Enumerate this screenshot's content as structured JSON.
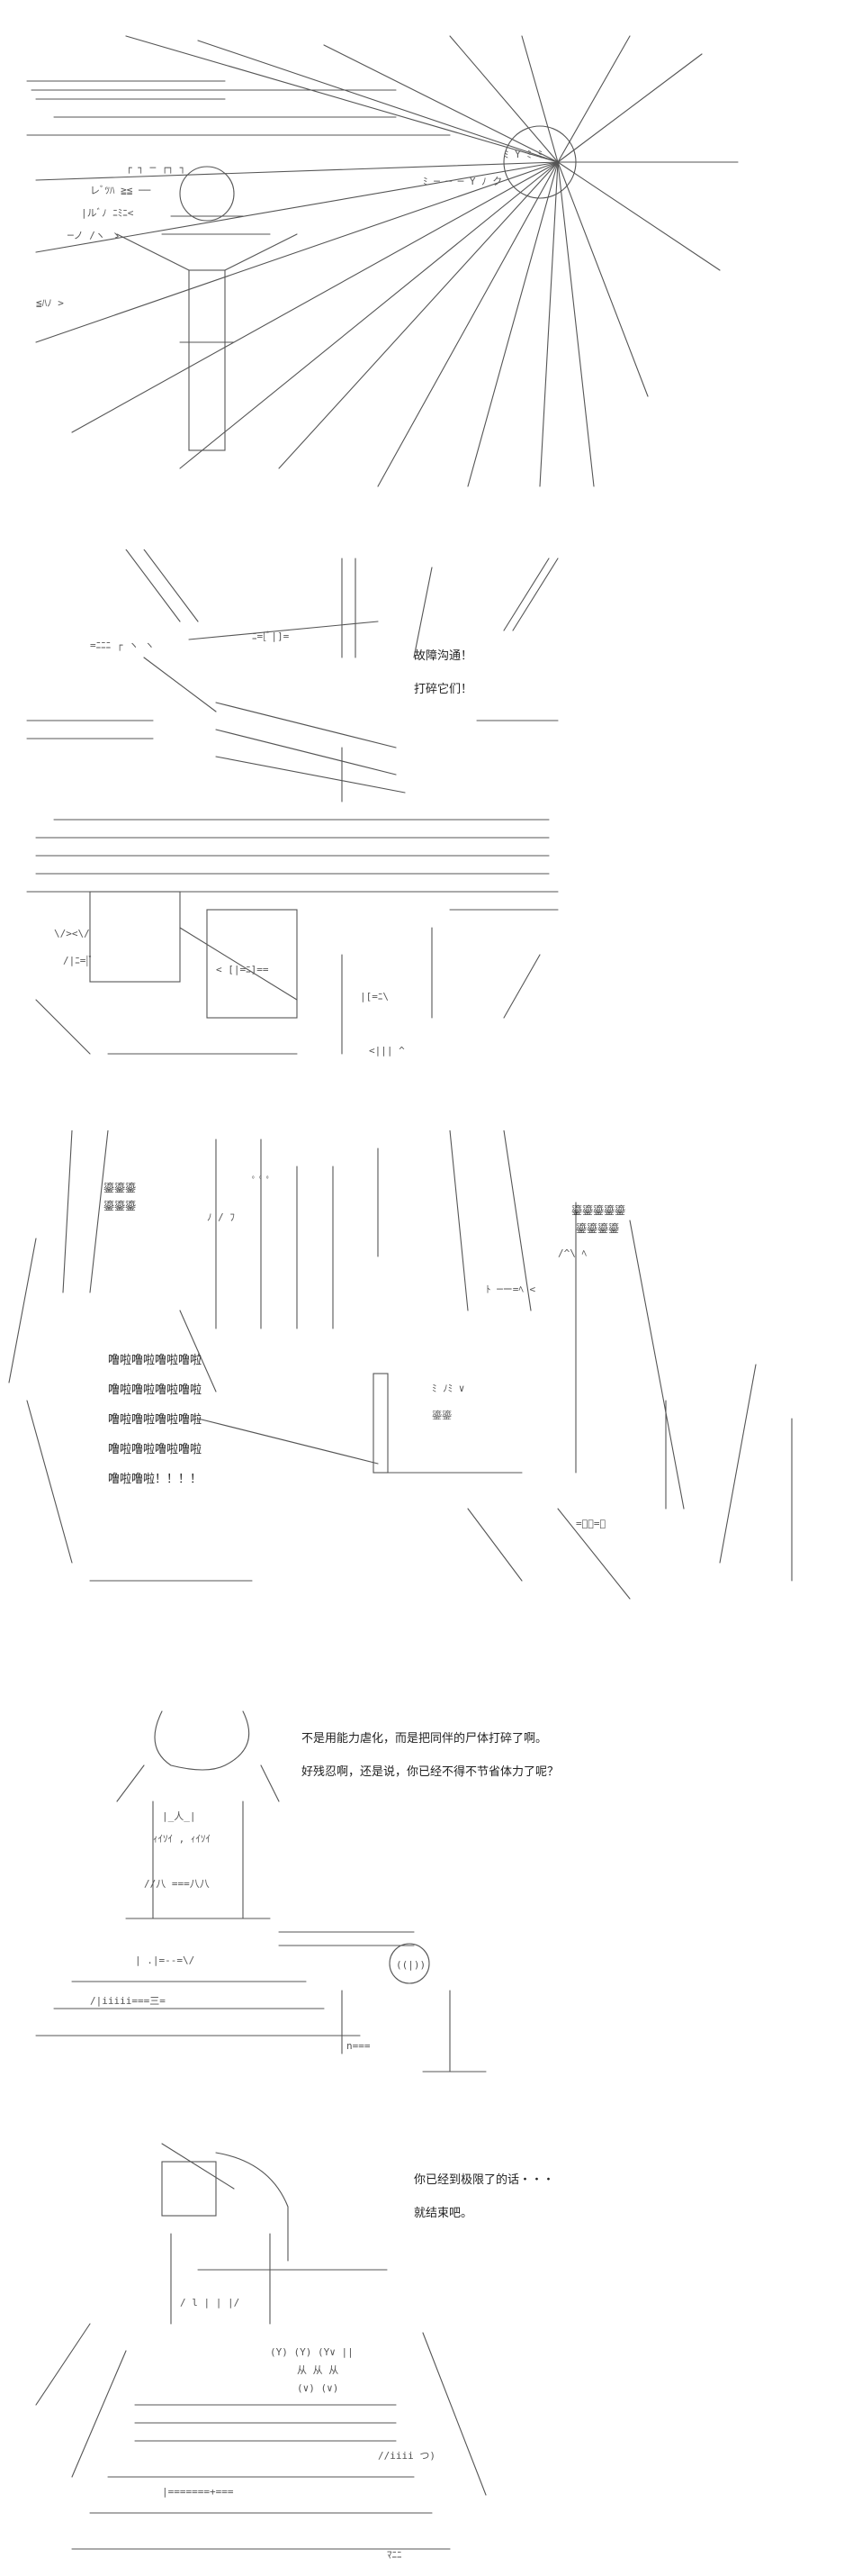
{
  "panels": [
    {
      "dialogue": []
    },
    {
      "dialogue": [
        "故障沟通！",
        "打碎它们！"
      ]
    },
    {
      "sfx_left": [
        "噜啦噜啦噜啦噜啦",
        "噜啦噜啦噜啦噜啦",
        "噜啦噜啦噜啦噜啦",
        "噜啦噜啦噜啦噜啦",
        "噜啦噜啦！！！！"
      ],
      "sfx_small_left": [
        "鎏鎏鎏",
        "鎏鎏鎏"
      ],
      "sfx_small_right": [
        "鎏鎏鎏鎏鎏",
        "鎏鎏鎏鎏"
      ]
    },
    {
      "dialogue": [
        "不是用能力虐化，而是把同伴的尸体打碎了啊。",
        "好残忍啊，还是说，你已经不得不节省体力了呢？"
      ]
    },
    {
      "dialogue": [
        "你已经到极限了的话・・・",
        "就结束吧。"
      ]
    }
  ]
}
